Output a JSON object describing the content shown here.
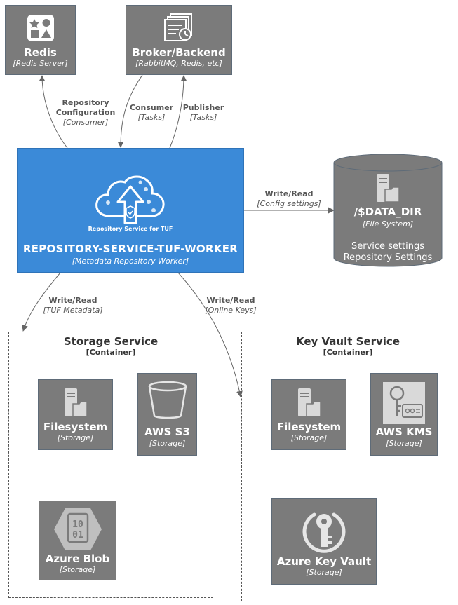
{
  "nodes": {
    "redis": {
      "title": "Redis",
      "tech": "[Redis Server]"
    },
    "broker": {
      "title": "Broker/Backend",
      "tech": "[RabbitMQ, Redis, etc]"
    },
    "worker": {
      "icon_caption": "Repository Service for TUF",
      "title": "REPOSITORY-SERVICE-TUF-WORKER",
      "tech": "[Metadata Repository Worker]",
      "color": "#3b8ad8"
    },
    "data_dir": {
      "title": "/$DATA_DIR",
      "tech": "[File System]",
      "desc_line1": "Service settings",
      "desc_line2": "Repository Settings"
    }
  },
  "relations": {
    "repo_config": {
      "line1": "Repository",
      "line2": "Configuration",
      "tech": "[Consumer]"
    },
    "consumer": {
      "label": "Consumer",
      "tech": "[Tasks]"
    },
    "publisher": {
      "label": "Publisher",
      "tech": "[Tasks]"
    },
    "config_rw": {
      "label": "Write/Read",
      "tech": "[Config settings]"
    },
    "metadata_rw": {
      "label": "Write/Read",
      "tech": "[TUF Metadata]"
    },
    "keys_rw": {
      "label": "Write/Read",
      "tech": "[Online Keys]"
    }
  },
  "boundaries": {
    "storage": {
      "title": "Storage Service",
      "type": "[Container]",
      "items": [
        {
          "title": "Filesystem",
          "tech": "[Storage]",
          "icon": "server-folder-icon"
        },
        {
          "title": "AWS S3",
          "tech": "[Storage]",
          "icon": "bucket-icon"
        },
        {
          "title": "Azure Blob",
          "tech": "[Storage]",
          "icon": "binary-hexagon-icon"
        }
      ]
    },
    "keyvault": {
      "title": "Key Vault Service",
      "type": "[Container]",
      "items": [
        {
          "title": "Filesystem",
          "tech": "[Storage]",
          "icon": "server-folder-icon"
        },
        {
          "title": "AWS KMS",
          "tech": "[Storage]",
          "icon": "key-card-icon"
        },
        {
          "title": "Azure Key Vault",
          "tech": "[Storage]",
          "icon": "keyhole-icon"
        }
      ]
    }
  },
  "colors": {
    "container": "#7b7b7b",
    "worker": "#3b8ad8",
    "arrow": "#666666",
    "relation_text": "#555555"
  }
}
